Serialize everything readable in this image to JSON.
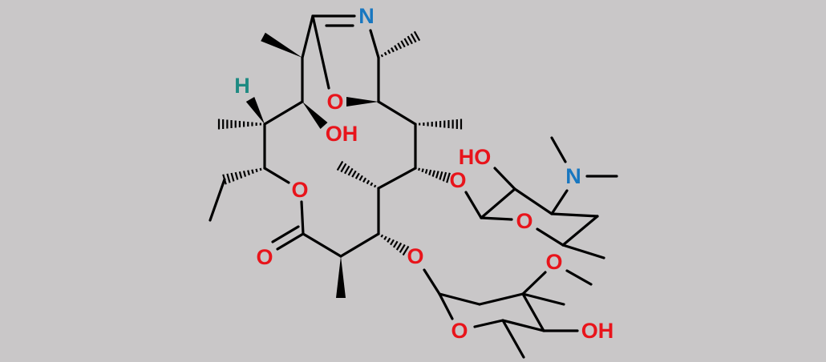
{
  "molecule": {
    "atoms": {
      "n_imine": "N",
      "o_bridge": "O",
      "h_stereo": "H",
      "oh_macro": "OH",
      "o_lactone": "O",
      "o_carbonyl": "O",
      "o_desosamine_link": "O",
      "ho_desosamine": "HO",
      "n_dimethyl": "N",
      "o_desosamine_ring": "O",
      "o_cladinose_link": "O",
      "o_methoxy": "O",
      "o_cladinose_ring": "O",
      "oh_cladinose": "OH"
    },
    "colors": {
      "oxygen": "#e8141b",
      "nitrogen": "#1877c0",
      "hydrogen": "#1e8a82",
      "bond": "#000000",
      "background": "#c9c7c8"
    }
  }
}
